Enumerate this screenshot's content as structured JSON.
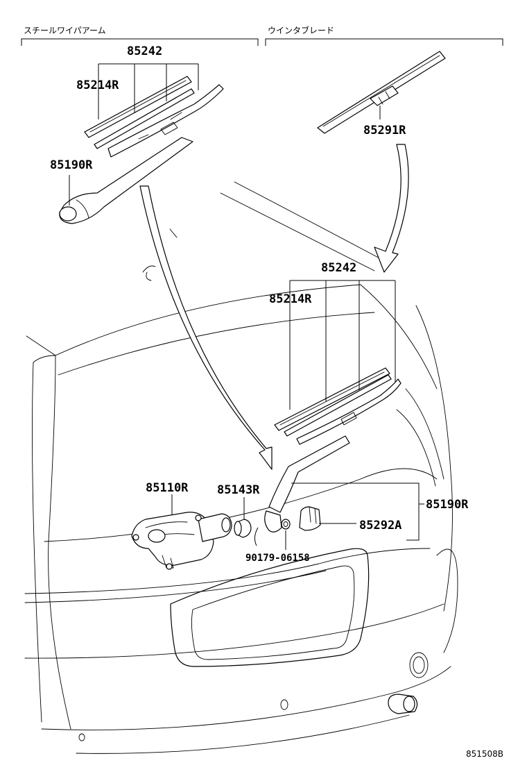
{
  "sections": {
    "left_title": "スチールワイパアーム",
    "right_title": "ウインタブレード"
  },
  "labels": {
    "p85242_top": "85242",
    "p85214R_top": "85214R",
    "p85190R_top": "85190R",
    "p85291R": "85291R",
    "p85242_mid": "85242",
    "p85214R_mid": "85214R",
    "p85110R": "85110R",
    "p85143R": "85143R",
    "p85190R_mid": "85190R",
    "p85292A": "85292A",
    "p90179": "90179-06158"
  },
  "diagram_id": "851508B"
}
